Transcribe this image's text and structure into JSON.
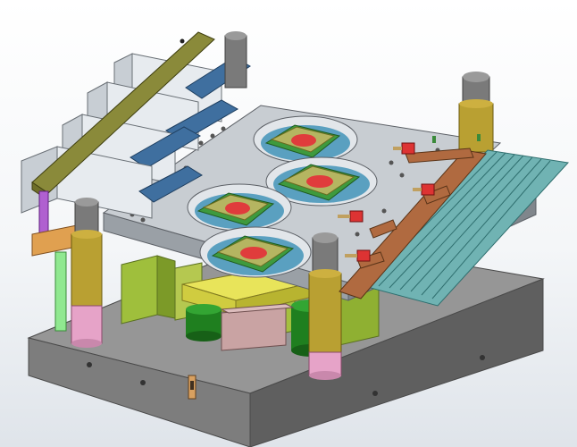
{
  "scene": {
    "subject": "mold-assembly-3d-model",
    "cavity_count": 4,
    "guide_pillar_count": 4,
    "side_core_slider_count": 4,
    "hose_connector_count": 4
  },
  "colors": {
    "background_top": "#ffffff",
    "background_bottom": "#dfe4ea",
    "base_plate": "#8f8f8f",
    "cavity_plate": "#c3c8cd",
    "support_blocks": "#9fbf3c",
    "yellow_block": "#dada3c",
    "green_cylinder": "#228b22",
    "pink_block": "#c9a3a3",
    "guide_bushing": "#b9a032",
    "pink_ring": "#e6a3c8",
    "pillar_top": "#7a7a7a",
    "slider_body": "#e7ebef",
    "slider_wedge": "#3f6f9f",
    "top_bar": "#8a8a3a",
    "cavity_pocket": "#5aa0c0",
    "part_green": "#3e9a3e",
    "part_tan": "#b5b561",
    "part_red": "#e03c3c",
    "copper_manifold": "#b06a40",
    "cooling_fins": "#70b3b3",
    "hose_connector": "#dd3333",
    "purple_rod": "#b060d0",
    "mint_rod": "#90e890",
    "orange_bracket": "#e0a050"
  }
}
